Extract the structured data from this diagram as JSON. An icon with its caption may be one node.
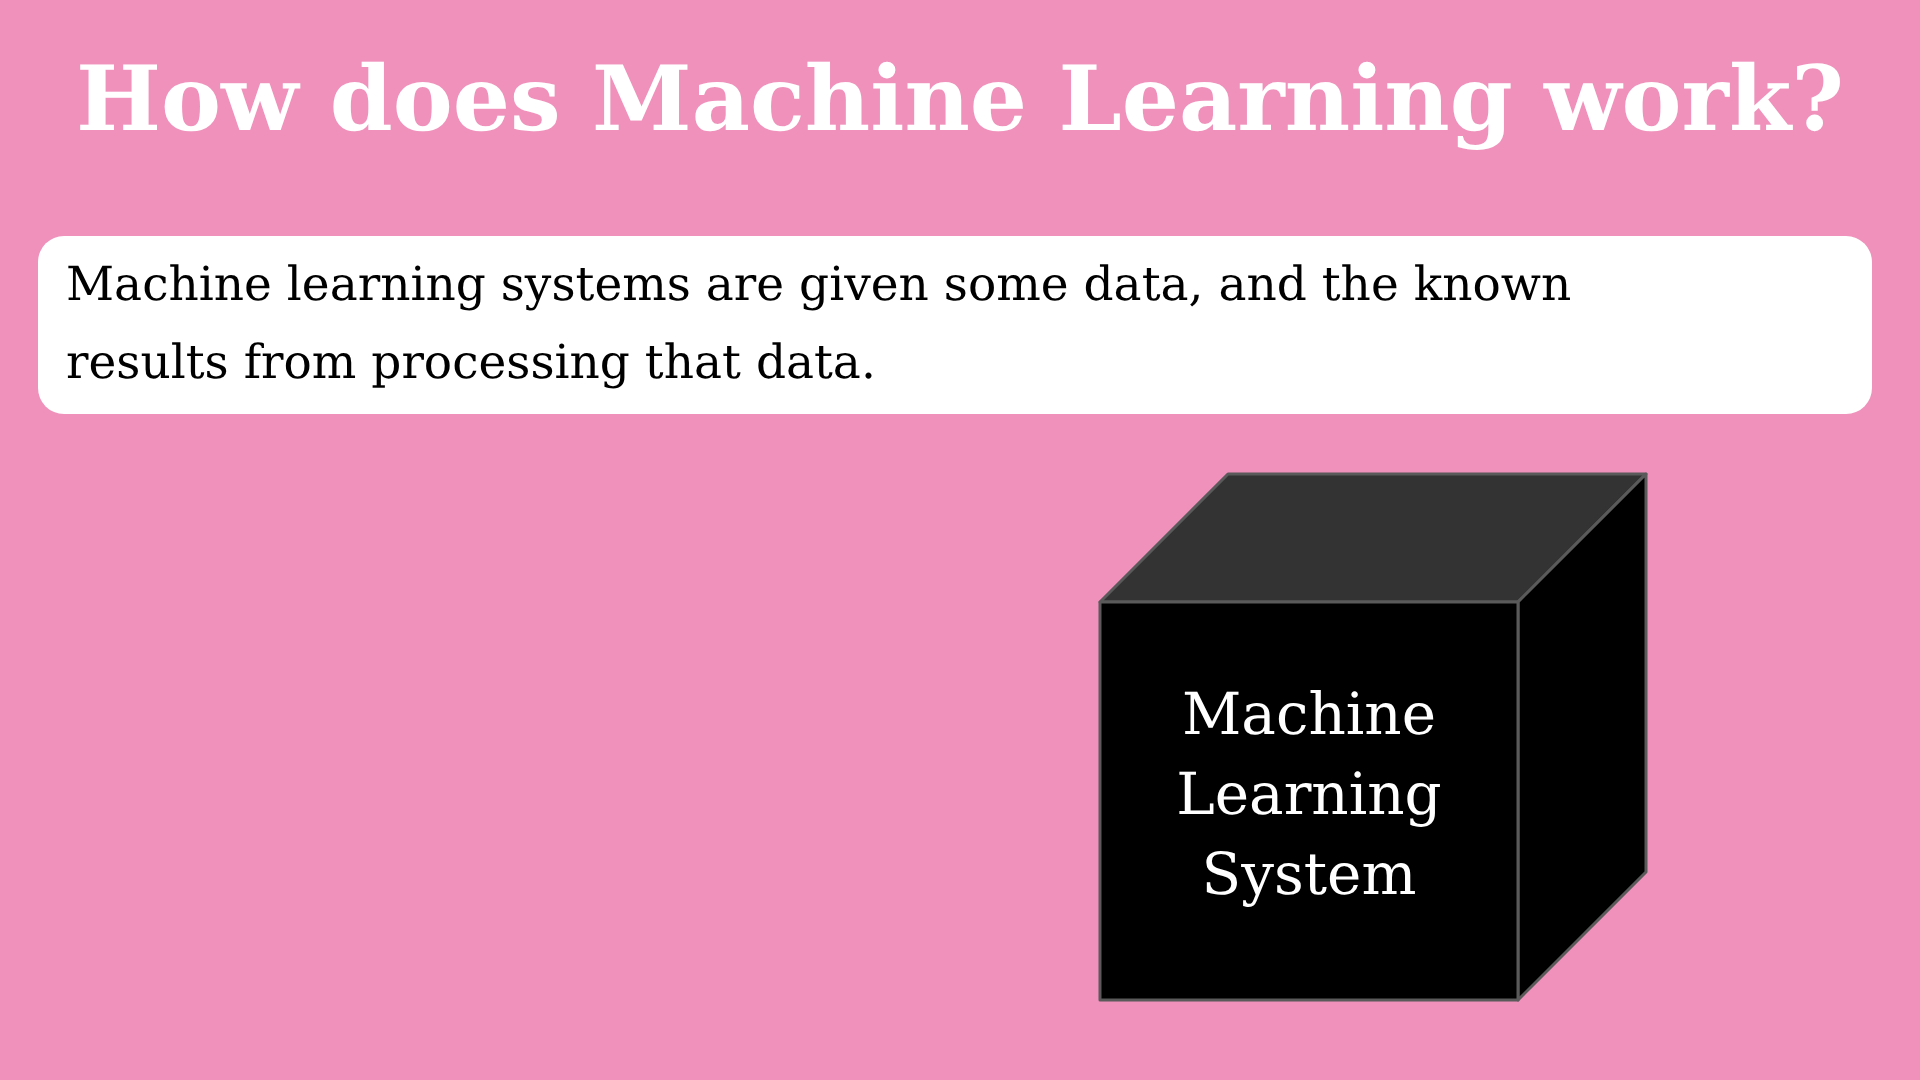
{
  "diagram": {
    "title": "How does Machine Learning work?",
    "nodes": [
      {
        "text": [
          "Machine learning systems are given some data, and the known results from processing that data."
        ]
      },
      {
        "text": [
          "Machine Learning System"
        ]
      }
    ]
  }
}
